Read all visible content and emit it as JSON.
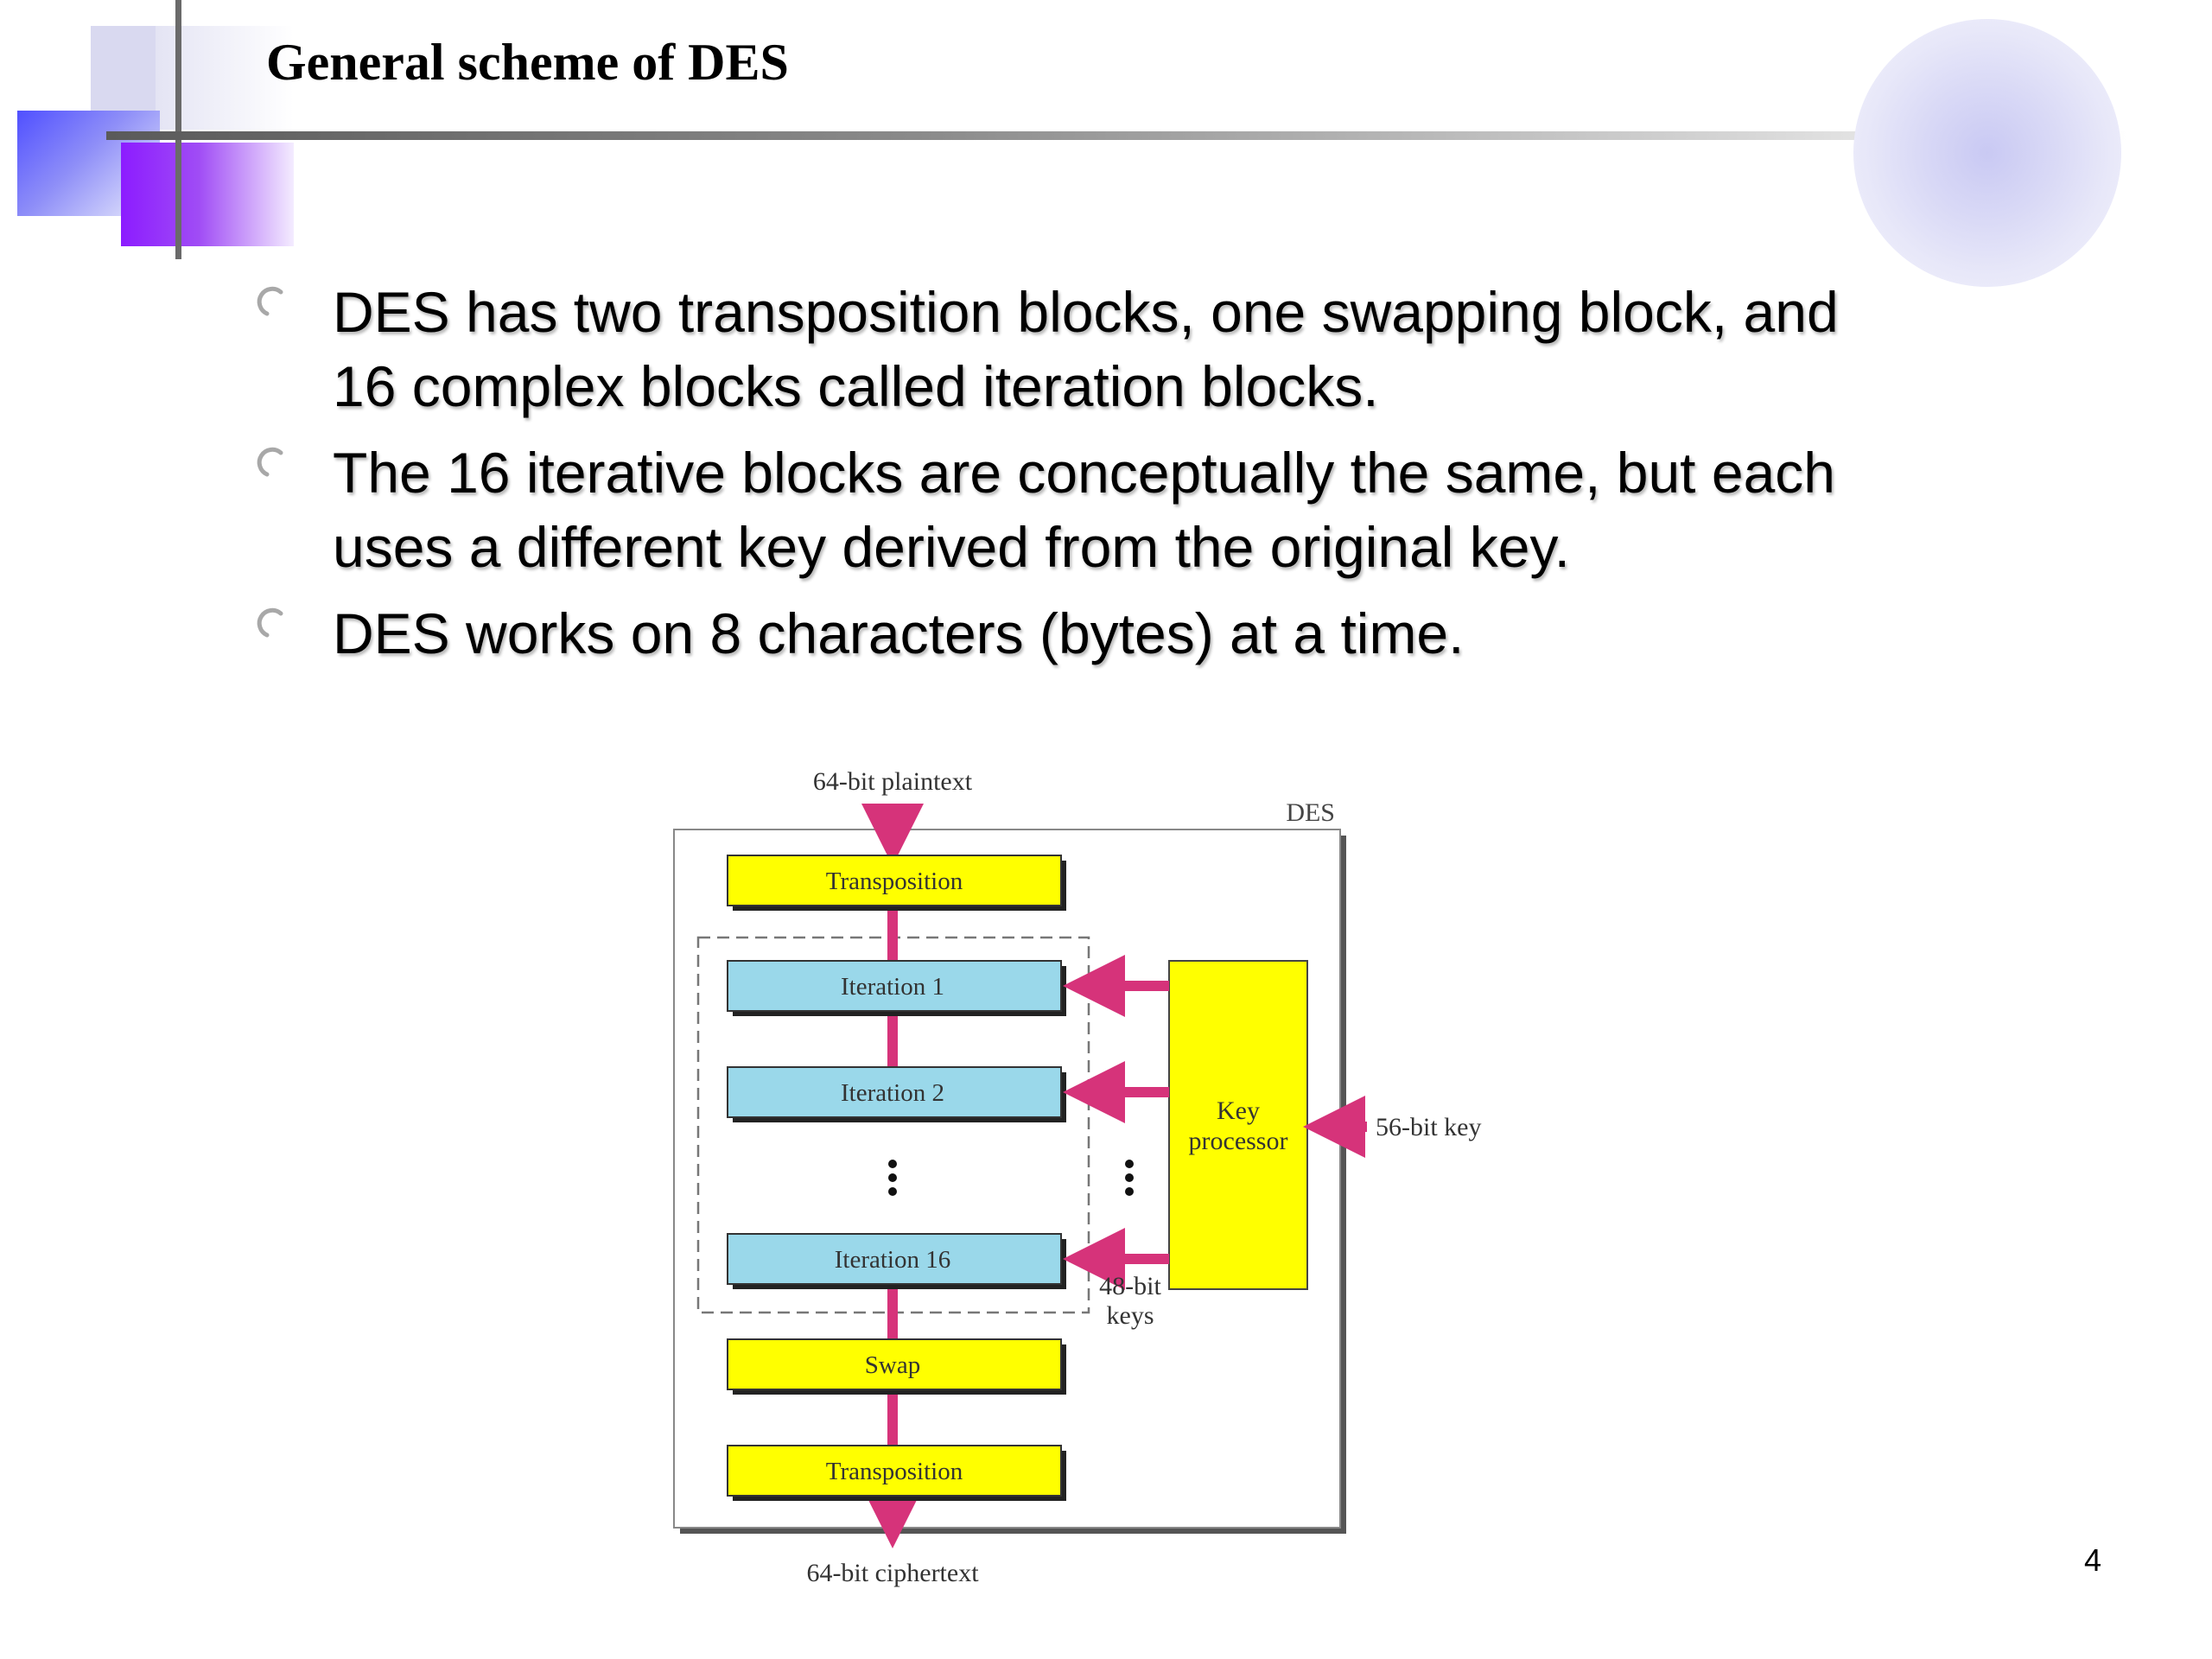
{
  "slide": {
    "title": "General scheme of DES",
    "page_number": "4"
  },
  "bullets": [
    {
      "line1": "DES has two transposition blocks, one swapping block, and",
      "line2": "16 complex blocks called iteration blocks."
    },
    {
      "line1": "The 16 iterative blocks are conceptually the same, but each",
      "line2": "uses a different key derived from the original key."
    },
    {
      "line1": "DES works on 8 characters (bytes) at a time.",
      "line2": ""
    }
  ],
  "diagram": {
    "input_label": "64-bit plaintext",
    "output_label": "64-bit ciphertext",
    "container_label": "DES",
    "transposition_top": "Transposition",
    "iteration_1": "Iteration 1",
    "iteration_2": "Iteration 2",
    "iteration_16": "Iteration 16",
    "swap": "Swap",
    "transposition_bottom": "Transposition",
    "key_processor_line1": "Key",
    "key_processor_line2": "processor",
    "key_input": "56-bit key",
    "subkeys_line1": "48-bit",
    "subkeys_line2": "keys",
    "colors": {
      "yellow_block": "#ffff00",
      "blue_block": "#9ad8ea",
      "arrow": "#d6337a"
    }
  }
}
